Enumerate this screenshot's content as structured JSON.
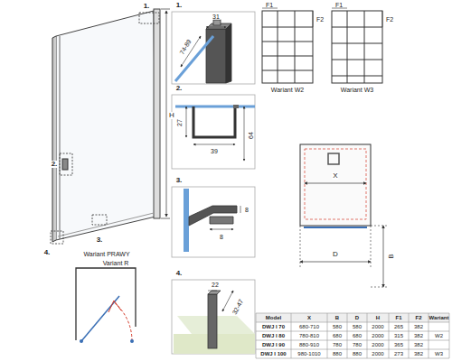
{
  "diagram": {
    "labels": [
      "1.",
      "2.",
      "3.",
      "4.",
      "H",
      "Wariant PRAWY",
      "Variant R",
      "1.",
      "31",
      "74-89",
      "2.",
      "27",
      "39",
      "64",
      "3.",
      "8",
      "8",
      "4.",
      "22",
      "32-47",
      "F1",
      "F2",
      "Wariant W2",
      "F1",
      "F2",
      "Wariant W3",
      "X",
      "D",
      "B",
      "Model",
      "X",
      "B",
      "D",
      "H",
      "F1",
      "F2",
      "Wariant",
      "DWJ I 70",
      "680-710",
      "580",
      "580",
      "2000",
      "265",
      "382",
      "DWJ I 80",
      "780-810",
      "680",
      "680",
      "2000",
      "315",
      "382",
      "W2",
      "DWJ I 90",
      "880-910",
      "780",
      "780",
      "2000",
      "365",
      "382",
      "DWJ I 100",
      "980-1010",
      "880",
      "880",
      "2000",
      "273",
      "382",
      "W3"
    ]
  }
}
